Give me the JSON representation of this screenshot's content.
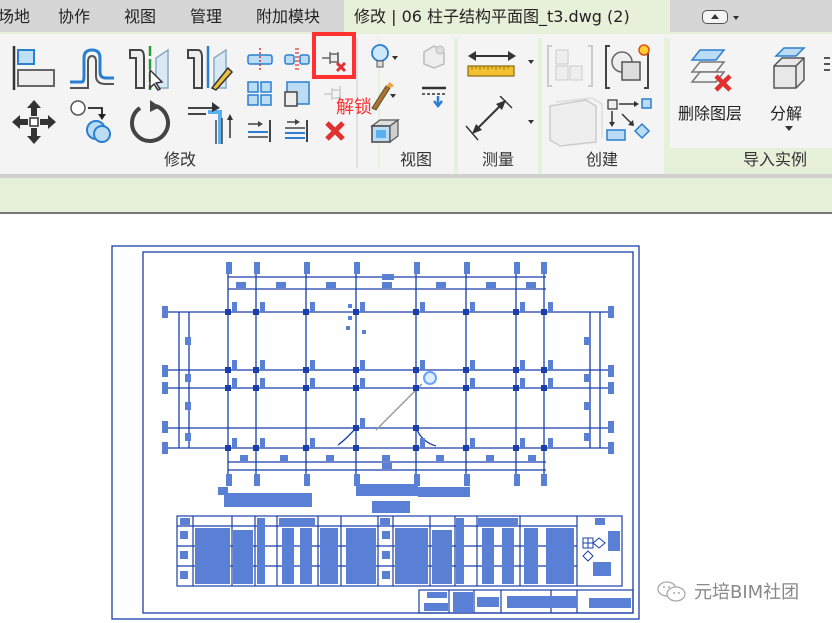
{
  "tabs": [
    {
      "label": "场地",
      "active": false
    },
    {
      "label": "协作",
      "active": false
    },
    {
      "label": "视图",
      "active": false
    },
    {
      "label": "管理",
      "active": false
    },
    {
      "label": "附加模块",
      "active": false
    },
    {
      "label": "修改 | 06 柱子结构平面图_t3.dwg (2)",
      "active": true
    }
  ],
  "ribbon": {
    "panels": {
      "modify": {
        "label": "修改"
      },
      "view": {
        "label": "视图"
      },
      "measure": {
        "label": "测量"
      },
      "create": {
        "label": "创建"
      },
      "import_instance": {
        "label": "导入实例"
      }
    },
    "buttons": {
      "delete_layers": "删除图层",
      "explode": "分解"
    },
    "modify_tools": [
      "align",
      "offset",
      "mirror-pick-axis",
      "mirror-draw-axis",
      "move",
      "copy",
      "rotate",
      "trim-extend-corner",
      "split-element",
      "split-with-gap",
      "unpin",
      "array",
      "scale",
      "pin",
      "trim-extend-single",
      "trim-extend-multiple",
      "delete"
    ],
    "view_tools": [
      "hide-in-view",
      "override-graphics",
      "linework",
      "selection-box"
    ],
    "measure_tools": [
      "measure-between-references",
      "aligned-dimension"
    ],
    "create_tools": [
      "create-assembly",
      "create-parts",
      "create-group",
      "create-similar"
    ]
  },
  "annotation": {
    "highlight_label": "解锁",
    "highlight_color": "#ff3030"
  },
  "colors": {
    "tabbar_bg": "#d6d6d6",
    "active_tab_bg": "#e7f0d8",
    "ribbon_bg": "#f4f4f4",
    "drawing_line": "#1a3faa",
    "drawing_fill": "#5a80d6"
  },
  "watermark": {
    "text": "元培BIM社团"
  }
}
